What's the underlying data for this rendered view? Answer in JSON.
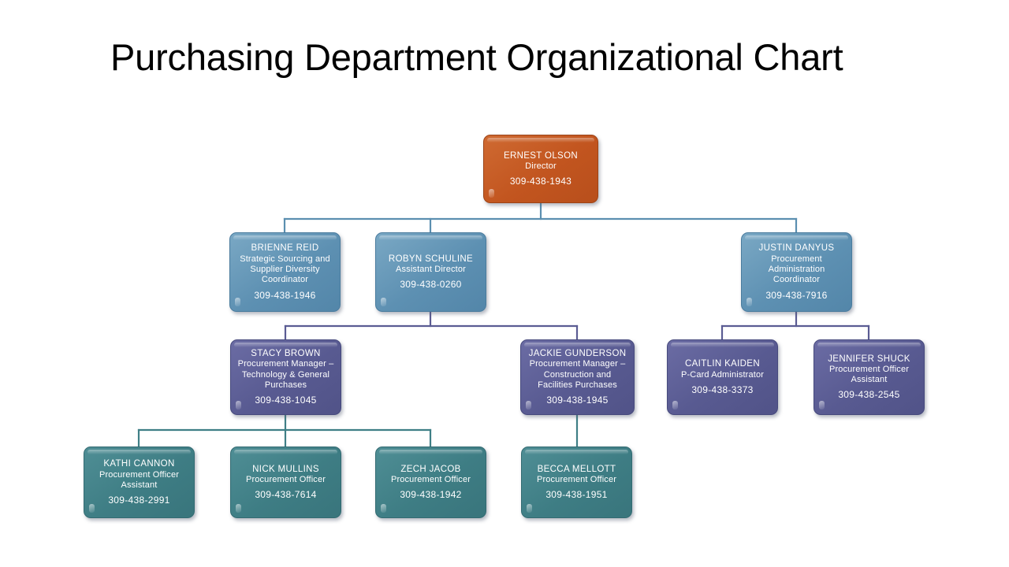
{
  "page": {
    "title": "Purchasing Department Organizational Chart",
    "background_color": "#ffffff"
  },
  "colors": {
    "director": "#C2551F",
    "level2": "#5D90B2",
    "level3": "#585A91",
    "level4": "#3E7D84",
    "connector_blue": "#5B8FB0",
    "connector_purple": "#5B5C93",
    "connector_teal": "#3F7F86",
    "text": "#FFFFFF",
    "title_text": "#000000"
  },
  "chart_data": {
    "type": "diagram",
    "diagram_kind": "organizational-chart",
    "title": "Purchasing Department Organizational Chart",
    "nodes": [
      {
        "id": "ernest-olson",
        "name": "ERNEST OLSON",
        "title": "Director",
        "phone": "309-438-1943",
        "level": 1,
        "color": "#C2551F",
        "parent": null
      },
      {
        "id": "brienne-reid",
        "name": "BRIENNE REID",
        "title": "Strategic Sourcing and Supplier Diversity Coordinator",
        "phone": "309-438-1946",
        "level": 2,
        "color": "#5D90B2",
        "parent": "ernest-olson"
      },
      {
        "id": "robyn-schuline",
        "name": "ROBYN SCHULINE",
        "title": "Assistant Director",
        "phone": "309-438-0260",
        "level": 2,
        "color": "#5D90B2",
        "parent": "ernest-olson"
      },
      {
        "id": "justin-danyus",
        "name": "JUSTIN DANYUS",
        "title": "Procurement Administration Coordinator",
        "phone": "309-438-7916",
        "level": 2,
        "color": "#5D90B2",
        "parent": "ernest-olson"
      },
      {
        "id": "stacy-brown",
        "name": "STACY BROWN",
        "title": "Procurement Manager – Technology & General Purchases",
        "phone": "309-438-1045",
        "level": 3,
        "color": "#585A91",
        "parent": "robyn-schuline"
      },
      {
        "id": "jackie-gunderson",
        "name": "JACKIE GUNDERSON",
        "title": "Procurement Manager – Construction and Facilities Purchases",
        "phone": "309-438-1945",
        "level": 3,
        "color": "#585A91",
        "parent": "robyn-schuline"
      },
      {
        "id": "caitlin-kaiden",
        "name": "CAITLIN KAIDEN",
        "title": "P-Card Administrator",
        "phone": "309-438-3373",
        "level": 3,
        "color": "#585A91",
        "parent": "justin-danyus"
      },
      {
        "id": "jennifer-shuck",
        "name": "JENNIFER SHUCK",
        "title": "Procurement Officer Assistant",
        "phone": "309-438-2545",
        "level": 3,
        "color": "#585A91",
        "parent": "justin-danyus"
      },
      {
        "id": "kathi-cannon",
        "name": "KATHI CANNON",
        "title": "Procurement Officer Assistant",
        "phone": "309-438-2991",
        "level": 4,
        "color": "#3E7D84",
        "parent": "stacy-brown"
      },
      {
        "id": "nick-mullins",
        "name": "NICK MULLINS",
        "title": "Procurement Officer",
        "phone": "309-438-7614",
        "level": 4,
        "color": "#3E7D84",
        "parent": "stacy-brown"
      },
      {
        "id": "zech-jacob",
        "name": "ZECH JACOB",
        "title": "Procurement Officer",
        "phone": "309-438-1942",
        "level": 4,
        "color": "#3E7D84",
        "parent": "stacy-brown"
      },
      {
        "id": "becca-mellott",
        "name": "BECCA MELLOTT",
        "title": "Procurement Officer",
        "phone": "309-438-1951",
        "level": 4,
        "color": "#3E7D84",
        "parent": "jackie-gunderson"
      }
    ],
    "edges": [
      {
        "from": "ernest-olson",
        "to": "brienne-reid"
      },
      {
        "from": "ernest-olson",
        "to": "robyn-schuline"
      },
      {
        "from": "ernest-olson",
        "to": "justin-danyus"
      },
      {
        "from": "robyn-schuline",
        "to": "stacy-brown"
      },
      {
        "from": "robyn-schuline",
        "to": "jackie-gunderson"
      },
      {
        "from": "justin-danyus",
        "to": "caitlin-kaiden"
      },
      {
        "from": "justin-danyus",
        "to": "jennifer-shuck"
      },
      {
        "from": "stacy-brown",
        "to": "kathi-cannon"
      },
      {
        "from": "stacy-brown",
        "to": "nick-mullins"
      },
      {
        "from": "stacy-brown",
        "to": "zech-jacob"
      },
      {
        "from": "jackie-gunderson",
        "to": "becca-mellott"
      }
    ]
  }
}
